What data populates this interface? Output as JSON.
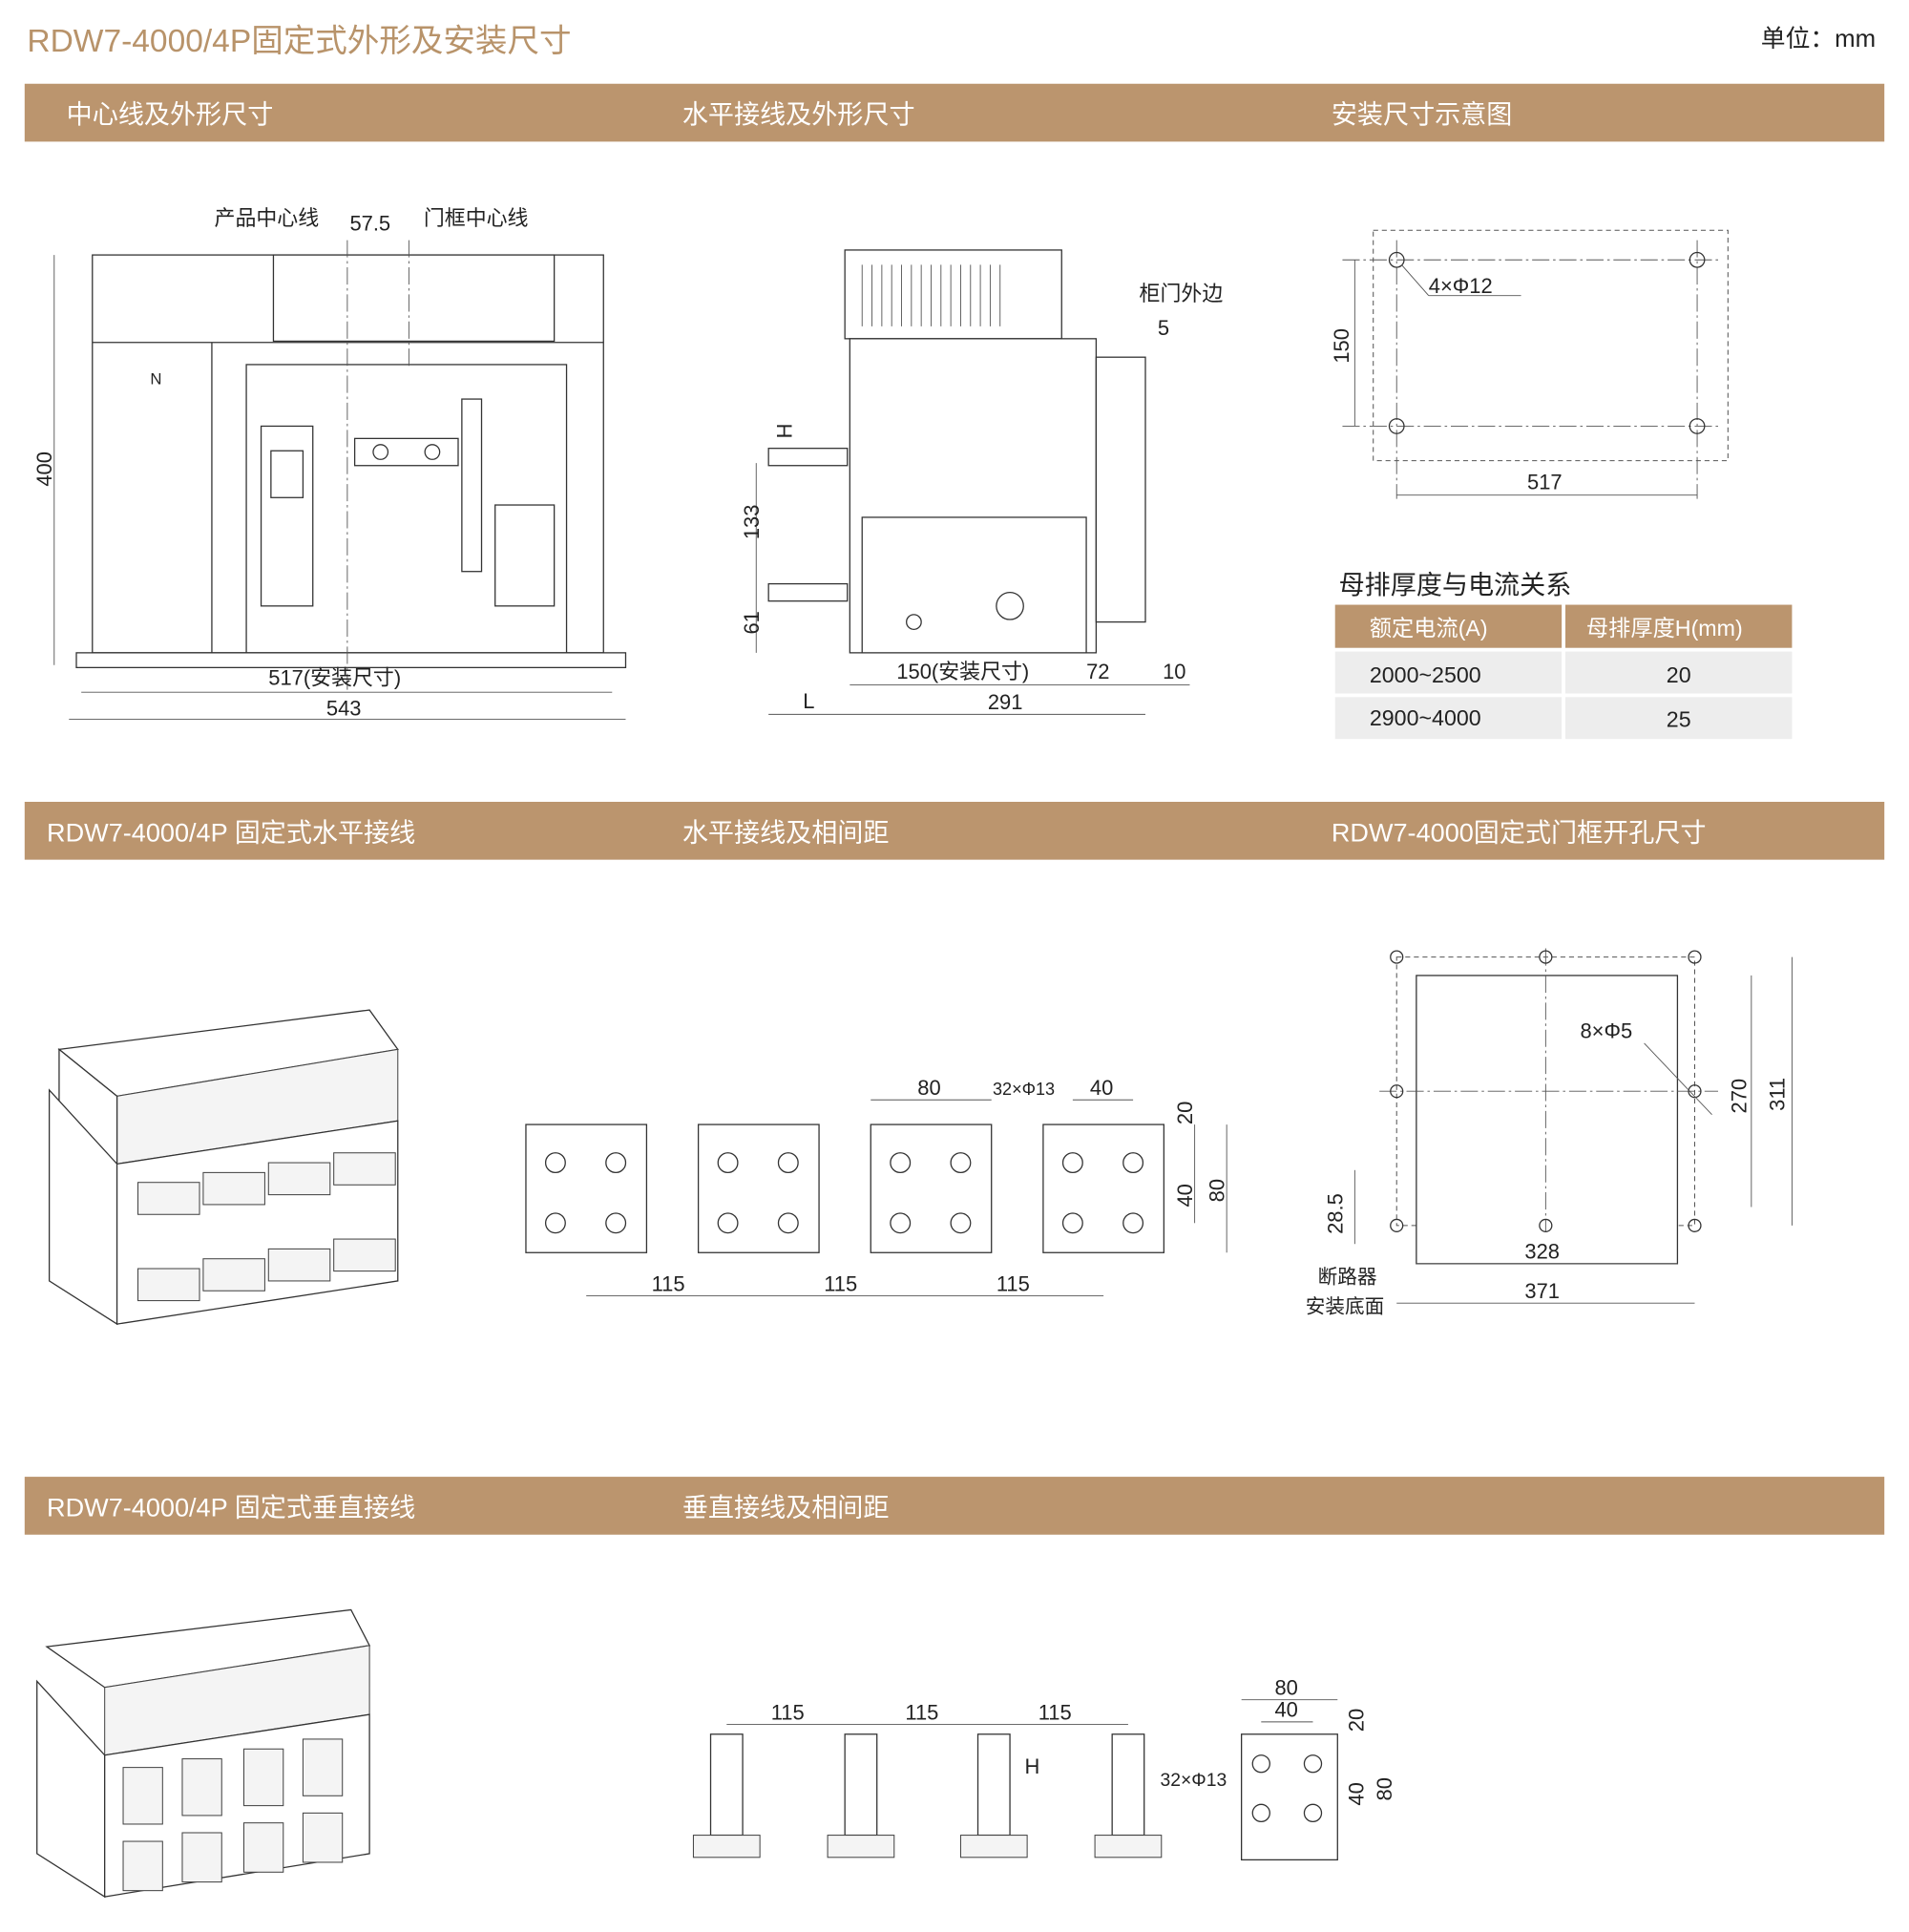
{
  "title": "RDW7-4000/4P固定式外形及安装尺寸",
  "unit": "单位：mm",
  "colors": {
    "accent": "#bb956e",
    "title": "#b8936a",
    "table_row": "#ededed"
  },
  "sections": [
    {
      "headers": [
        "中心线及外形尺寸",
        "水平接线及外形尺寸",
        "安装尺寸示意图"
      ]
    },
    {
      "headers": [
        "RDW7-4000/4P  固定式水平接线",
        "水平接线及相间距",
        "RDW7-4000固定式门框开孔尺寸"
      ]
    },
    {
      "headers": [
        "RDW7-4000/4P  固定式垂直接线",
        "垂直接线及相间距"
      ]
    }
  ],
  "front_view": {
    "product_centerline": "产品中心线",
    "offset": "57.5",
    "door_centerline": "门框中心线",
    "height": "400",
    "n_mark": "N",
    "mount_width": "517(安装尺寸)",
    "overall_width": "543"
  },
  "side_view": {
    "door_edge": "柜门外边",
    "door_gap": "5",
    "h": "H",
    "d133": "133",
    "d61": "61",
    "mount_depth": "150(安装尺寸)",
    "d72": "72",
    "d10": "10",
    "l": "L",
    "d291": "291"
  },
  "mount_plan": {
    "holes": "4×Φ12",
    "d150": "150",
    "d517": "517"
  },
  "busbar_table": {
    "title": "母排厚度与电流关系",
    "columns": [
      "额定电流(A)",
      "母排厚度H(mm)"
    ],
    "rows": [
      [
        "2000~2500",
        "20"
      ],
      [
        "2900~4000",
        "25"
      ]
    ]
  },
  "horizontal_spacing": {
    "d80": "80",
    "holes": "32×Φ13",
    "d40": "40",
    "d20": "20",
    "d40v": "40",
    "d80v": "80",
    "pitch": [
      "115",
      "115",
      "115"
    ]
  },
  "door_cutout": {
    "holes": "8×Φ5",
    "d270": "270",
    "d311": "311",
    "d28_5": "28.5",
    "base_label_1": "断路器",
    "base_label_2": "安装底面",
    "d328": "328",
    "d371": "371"
  },
  "vertical_spacing": {
    "pitch": [
      "115",
      "115",
      "115"
    ],
    "h": "H",
    "d80": "80",
    "d40": "40",
    "d20": "20",
    "holes": "32×Φ13",
    "d40v": "40",
    "d80v": "80"
  }
}
